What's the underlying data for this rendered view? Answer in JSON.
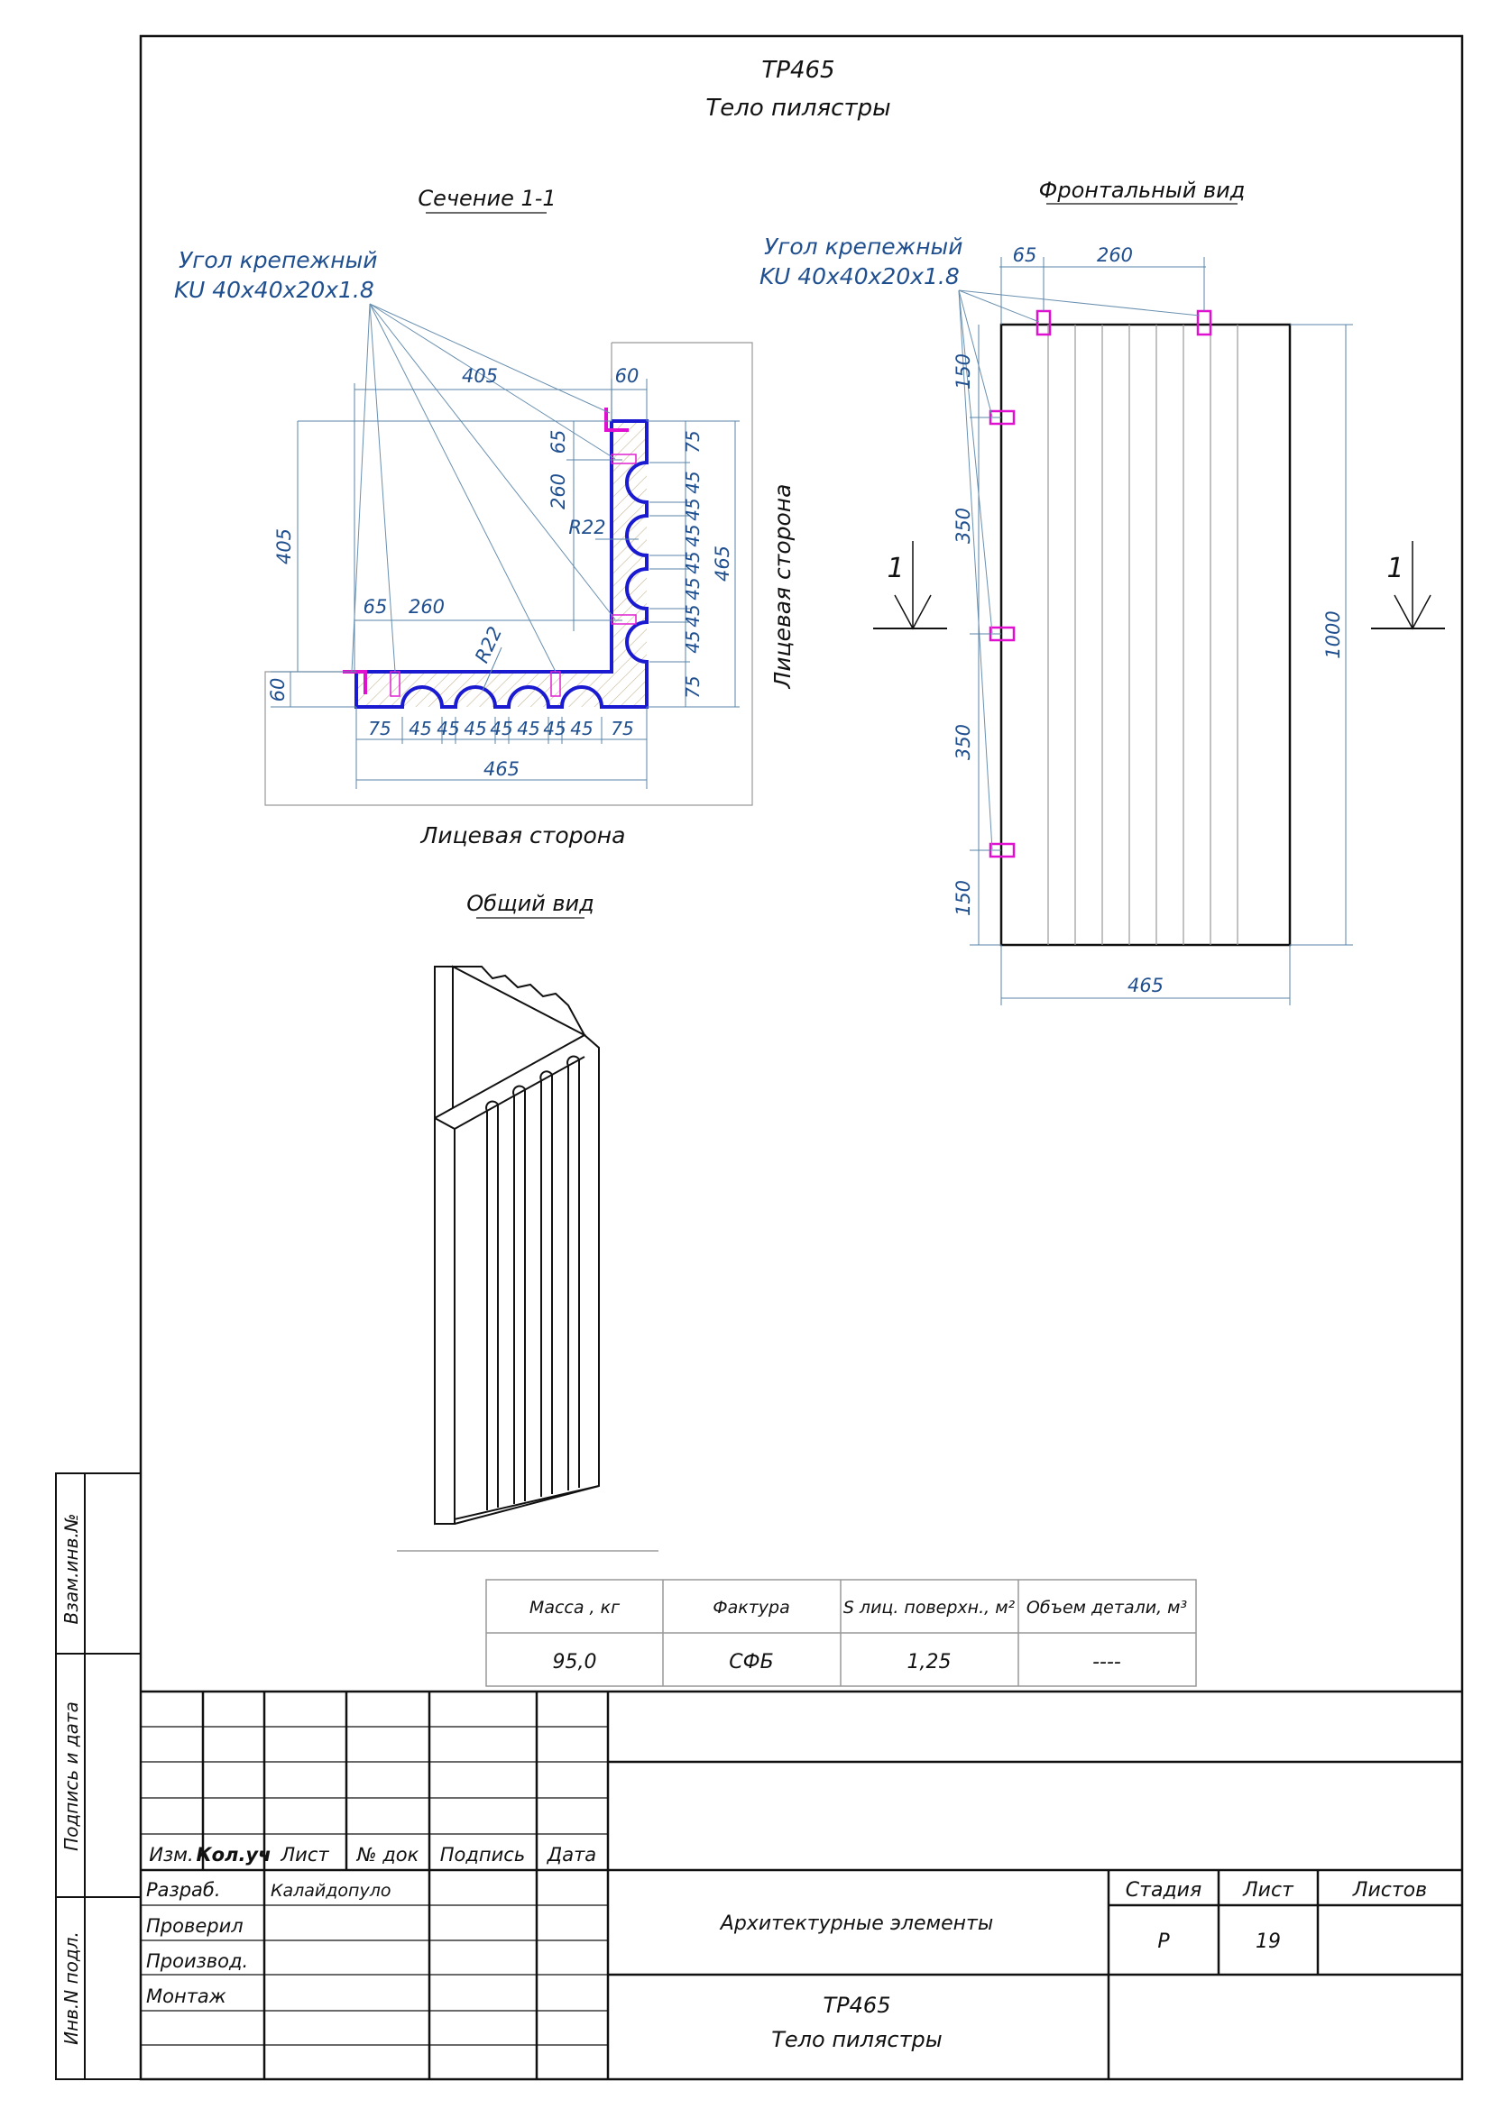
{
  "drawing": {
    "code": "TP465",
    "title": "Тело пилястры",
    "code_title": "ТР465",
    "views": {
      "section": "Сечение 1-1",
      "front": "Фронтальный вид",
      "general": "Общий вид"
    },
    "face_side": "Лицевая сторона",
    "bracket_label_1": "Угол крепежный",
    "bracket_label_2": "KU 40x40x20x1.8",
    "section_mark": "1",
    "section_dims": {
      "top_405": "405",
      "top_60": "60",
      "left_405": "405",
      "left_60": "60",
      "d65_top": "65",
      "d260_side": "260",
      "d65_bottom": "65",
      "d260_bottom": "260",
      "radius": "R22",
      "right_465": "465",
      "bottom_465": "465",
      "bottom_chain": [
        "75",
        "45",
        "45",
        "45",
        "45",
        "45",
        "45",
        "45",
        "75"
      ],
      "right_chain": [
        "75",
        "45",
        "45",
        "45",
        "45",
        "45",
        "45",
        "45",
        "75"
      ]
    },
    "front_dims": {
      "top_65": "65",
      "top_260": "260",
      "left_150a": "150",
      "left_350a": "350",
      "left_350b": "350",
      "left_150b": "150",
      "height_1000": "1000",
      "width_465": "465"
    }
  },
  "spec_table": {
    "headers": [
      "Масса , кг",
      "Фактура",
      "S лиц. поверхн., м²",
      "Объем детали, м³"
    ],
    "values": [
      "95,0",
      "СФБ",
      "1,25",
      "----"
    ]
  },
  "title_block": {
    "col_headers": [
      "Изм.",
      "Кол.уч",
      "Лист",
      "№ док",
      "Подпись",
      "Дата"
    ],
    "roles": [
      "Разраб.",
      "Проверил",
      "Производ.",
      "Монтаж"
    ],
    "developer": "Калайдопуло",
    "project": "Архитектурные элементы",
    "stage_label": "Стадия",
    "sheet_label": "Лист",
    "sheets_label": "Листов",
    "stage": "Р",
    "sheet": "19",
    "sheets": "",
    "name_code": "ТР465",
    "name_title": "Тело пилястры"
  },
  "side_stamps": [
    "Взам.инв.№",
    "Подпись и дата",
    "Инв.N подл."
  ]
}
